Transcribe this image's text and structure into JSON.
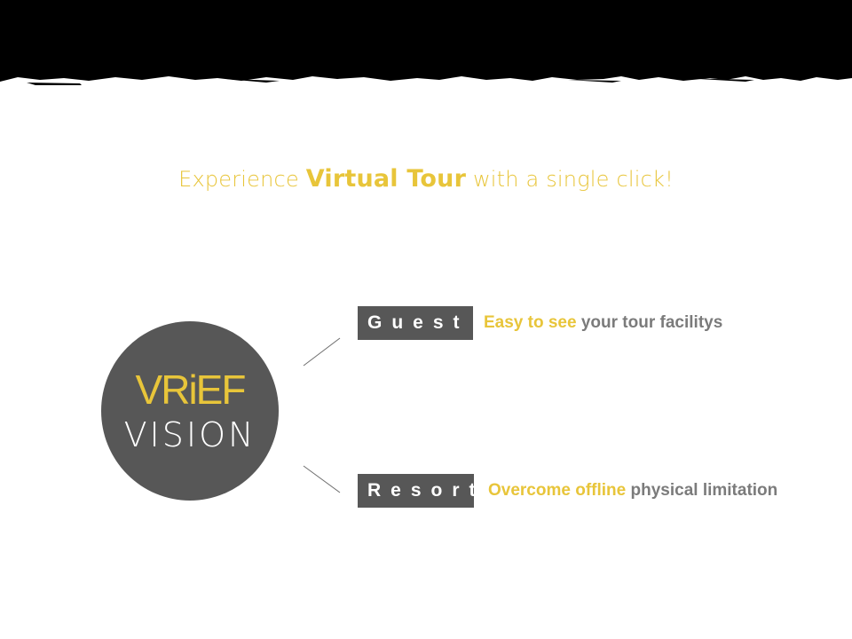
{
  "headline": {
    "prefix": "Experience",
    "emphasis": "Virtual Tour",
    "suffix": "with a single click!"
  },
  "logo": {
    "brand": "VRiEF",
    "sub": "VISION"
  },
  "branches": [
    {
      "tag": "Guest",
      "highlight": "Easy to see",
      "rest": "your tour facilitys"
    },
    {
      "tag": "Resort",
      "highlight": "Overcome offline",
      "rest": "physical limitation"
    }
  ],
  "colors": {
    "accent": "#e8c53a",
    "dark": "#575757",
    "muted_text": "#7b7b7b",
    "band": "#000000"
  }
}
